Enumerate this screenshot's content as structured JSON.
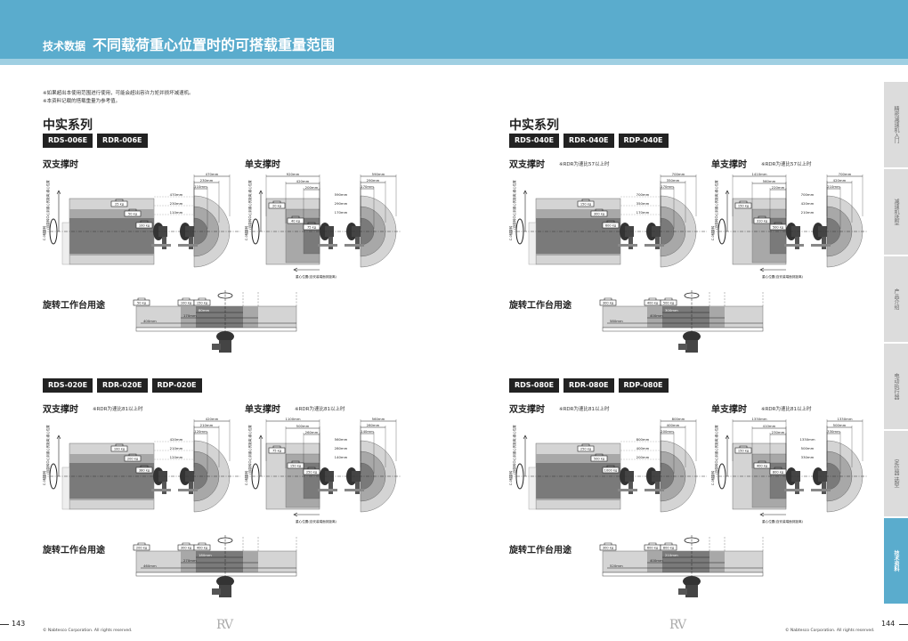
{
  "header": {
    "section": "技术数据",
    "title": "不同载荷重心位置时的可搭载重量范围"
  },
  "notes": [
    "※如果超出本使用范围进行使用，可能会超出容许力矩并损坏减速机。",
    "※本资料记载的搭载重量为参考值。"
  ],
  "series_title_left": "中实系列",
  "series_title_right": "中实系列",
  "labels": {
    "double": "双支撑时",
    "single": "单支撑时",
    "rotary": "旋转工作台用途",
    "cg": "重心位置(自安装端面到距离)",
    "axis": "(自旋转中心到重心的距离)重心位置",
    "c_axis": "C-0轴旋转"
  },
  "blocks": [
    {
      "badges": [
        "RDS-006E",
        "RDR-006E"
      ],
      "double_note": "",
      "single_note": "",
      "double": {
        "weights": [
          "25 kg",
          "50 kg",
          "100 kg"
        ],
        "dims": [
          "470mm",
          "230mm",
          "110mm"
        ]
      },
      "single": {
        "weights": [
          "20 kg",
          "40 kg",
          "75 kg"
        ],
        "dims_top": [
          "920mm",
          "420mm",
          "200mm"
        ],
        "dims_right": [
          "590mm",
          "290mm",
          "170mm"
        ]
      },
      "rotary": {
        "weights": [
          "50 kg",
          "100 kg",
          "150 kg"
        ],
        "dims": [
          "400mm",
          "170mm",
          "80mm"
        ]
      }
    },
    {
      "badges": [
        "RDS-040E",
        "RDR-040E",
        "RDP-040E"
      ],
      "double_note": "※RDR为速比57以上时",
      "single_note": "※RDR为速比57以上时",
      "double": {
        "weights": [
          "150 kg",
          "300 kg",
          "600 kg"
        ],
        "dims": [
          "700mm",
          "350mm",
          "170mm"
        ]
      },
      "single": {
        "weights": [
          "150 kg",
          "310 kg",
          "500 kg"
        ],
        "dims_top": [
          "1410mm",
          "560mm",
          "220mm"
        ],
        "dims_right": [
          "700mm",
          "420mm",
          "210mm"
        ]
      },
      "rotary": {
        "weights": [
          "300 kg",
          "400 kg",
          "500 kg"
        ],
        "dims": [
          "580mm",
          "400mm",
          "300mm"
        ]
      }
    },
    {
      "badges": [
        "RDS-020E",
        "RDR-020E",
        "RDP-020E"
      ],
      "double_note": "※RDR为速比81以上时",
      "single_note": "※RDR为速比81以上时",
      "double": {
        "weights": [
          "100 kg",
          "200 kg",
          "380 kg"
        ],
        "dims": [
          "420mm",
          "210mm",
          "120mm"
        ]
      },
      "single": {
        "weights": [
          "75 kg",
          "150 kg",
          "250 kg"
        ],
        "dims_top": [
          "1100mm",
          "500mm",
          "260mm"
        ],
        "dims_right": [
          "560mm",
          "280mm",
          "140mm"
        ]
      },
      "rotary": {
        "weights": [
          "200 kg",
          "300 kg",
          "400 kg"
        ],
        "dims": [
          "460mm",
          "270mm",
          "180mm"
        ]
      }
    },
    {
      "badges": [
        "RDS-080E",
        "RDR-080E",
        "RDP-080E"
      ],
      "double_note": "※RDR为速比81以上时",
      "single_note": "※RDR为速比81以上时",
      "double": {
        "weights": [
          "250 kg",
          "500 kg",
          "1000 kg"
        ],
        "dims": [
          "800mm",
          "400mm",
          "200mm"
        ]
      },
      "single": {
        "weights": [
          "150 kg",
          "400 kg",
          "800 kg"
        ],
        "dims_top": [
          "1330mm",
          "410mm",
          "230mm"
        ],
        "dims_right": [
          "1330mm",
          "500mm",
          "330mm"
        ]
      },
      "rotary": {
        "weights": [
          "300 kg",
          "600 kg",
          "800 kg"
        ],
        "dims": [
          "520mm",
          "400mm",
          "210mm"
        ]
      }
    }
  ],
  "tabs": [
    "精密减速机入门",
    "减速机选型",
    "产品介绍",
    "电动执行器",
    "定位器 选型",
    "技术资料"
  ],
  "footer": {
    "page_left": "143",
    "page_right": "144",
    "copyright": "© Nabtesco Corporation. All rights reserved.",
    "logo": "RV"
  },
  "colors": {
    "header": "#5aaccd",
    "light": "#d4d4d4",
    "mid": "#a8a8a8",
    "dark": "#7a7a7a"
  }
}
